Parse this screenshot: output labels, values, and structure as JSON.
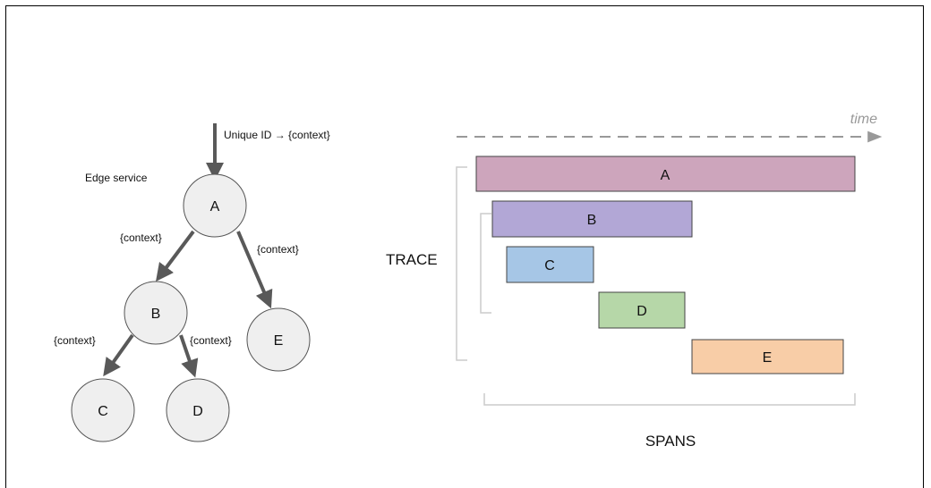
{
  "tree": {
    "entry_label": "Unique ID → {context}",
    "edge_service_label": "Edge service",
    "nodes": {
      "a": "A",
      "b": "B",
      "c": "C",
      "d": "D",
      "e": "E"
    },
    "edge_labels": {
      "a_b": "{context}",
      "a_e": "{context}",
      "b_c": "{context}",
      "b_d": "{context}"
    }
  },
  "timeline": {
    "time_label": "time",
    "trace_label": "TRACE",
    "spans_label": "SPANS",
    "spans": [
      {
        "id": "a",
        "label": "A",
        "color": "#cda5bc"
      },
      {
        "id": "b",
        "label": "B",
        "color": "#b2a7d6"
      },
      {
        "id": "c",
        "label": "C",
        "color": "#a6c6e6"
      },
      {
        "id": "d",
        "label": "D",
        "color": "#b6d7a8"
      },
      {
        "id": "e",
        "label": "E",
        "color": "#f8cda7"
      }
    ]
  },
  "colors": {
    "arrow": "#595959",
    "node_fill": "#efefef",
    "node_stroke": "#555555",
    "bracket": "#cccccc",
    "time_axis": "#999999"
  }
}
